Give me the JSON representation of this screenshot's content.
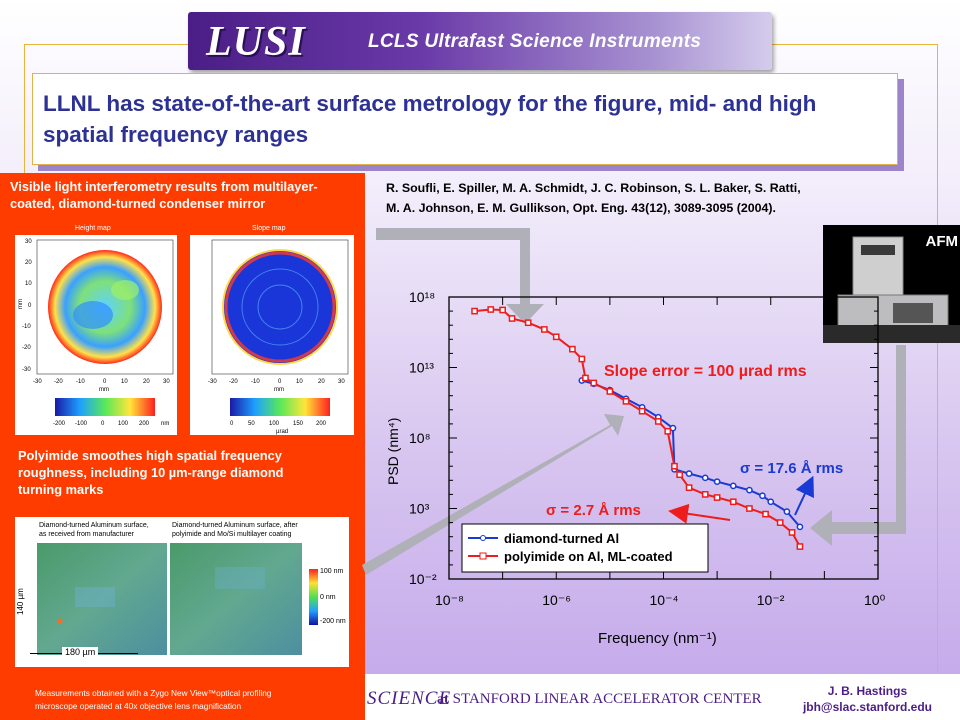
{
  "banner": {
    "logo": "LUSI",
    "subtitle": "LCLS Ultrafast Science Instruments"
  },
  "title": "LLNL has state-of-the-art surface metrology for the figure, mid- and high spatial frequency ranges",
  "reference": {
    "line1": "R. Soufli, E. Spiller, M. A. Schmidt,  J. C. Robinson, S. L. Baker, S. Ratti,",
    "line2": "M. A. Johnson, E. M. Gullikson, Opt. Eng. 43(12), 3089-3095 (2004)."
  },
  "left_panel": {
    "heading1_line1": "Visible light interferometry results from multilayer-",
    "heading1_line2": "coated, diamond-turned condenser mirror",
    "height_map": {
      "title": "Height map",
      "axis_unit": "mm",
      "ticks_y": [
        "30",
        "20",
        "10",
        "0",
        "-10",
        "-20",
        "-30"
      ],
      "ticks_x": [
        "-30",
        "-20",
        "-10",
        "0",
        "10",
        "20",
        "30"
      ],
      "scale": [
        "-200",
        "-100",
        "0",
        "100",
        "200"
      ],
      "scale_unit": "nm"
    },
    "slope_map": {
      "title": "Slope map",
      "axis_unit": "mm",
      "ticks_x": [
        "-30",
        "-20",
        "-10",
        "0",
        "10",
        "20",
        "30"
      ],
      "scale": [
        "0",
        "50",
        "100",
        "150",
        "200"
      ],
      "scale_unit": "µrad"
    },
    "heading2_line1": "Polyimide smoothes high spatial frequency",
    "heading2_line2": "roughness, including 10 µm-range diamond",
    "heading2_line3": "turning marks",
    "surface_left_caption_1": "Diamond-turned Aluminum surface,",
    "surface_left_caption_2": "as received from manufacturer",
    "surface_right_caption_1": "Diamond-turned Aluminum surface, after",
    "surface_right_caption_2": "polyimide and Mo/Si multilayer coating",
    "colorbar": [
      "100 nm",
      "0 nm",
      "-200 nm"
    ],
    "dim_vertical": "140 µm",
    "dim_horizontal": "180 µm",
    "footnote_line1": "Measurements obtained with a Zygo New View™optical profiling",
    "footnote_line2": "microscope operated at 40x objective lens magnification"
  },
  "afm_label": "AFM",
  "annotations": {
    "slope_error": "Slope error = 100 µrad rms",
    "sigma_blue": "σ = 17.6 Å rms",
    "sigma_red": "σ = 2.7 Å rms"
  },
  "footer": {
    "science": "SCIENCE",
    "at": "at",
    "slac": "STANFORD LINEAR ACCELERATOR CENTER"
  },
  "author": {
    "name": "J. B. Hastings",
    "email": "jbh@slac.stanford.edu"
  },
  "colors": {
    "blue_series": "#1a3ad6",
    "red_series": "#ee1c1c",
    "panel": "#ff3c00",
    "title_text": "#2d3193"
  },
  "chart_data": {
    "type": "scatter",
    "xlabel": "Frequency (nm⁻¹)",
    "ylabel": "PSD (nm⁴)",
    "xscale": "log",
    "yscale": "log",
    "xlim": [
      1e-08,
      1
    ],
    "ylim": [
      0.01,
      1e+18
    ],
    "x_ticks": [
      "10⁻⁸",
      "10⁻⁶",
      "10⁻⁴",
      "10⁻²",
      "10⁰"
    ],
    "y_ticks": [
      "10¹⁸",
      "10¹³",
      "10⁸",
      "10³",
      "10⁻²"
    ],
    "legend_position": "bottom-left",
    "series": [
      {
        "name": "diamond-turned Al",
        "color": "#1a3ad6",
        "points": [
          [
            3e-06,
            1200000000000.0
          ],
          [
            5e-06,
            700000000000.0
          ],
          [
            1e-05,
            250000000000.0
          ],
          [
            2e-05,
            60000000000.0
          ],
          [
            4e-05,
            15000000000.0
          ],
          [
            8e-05,
            3000000000.0
          ],
          [
            0.00015,
            500000000.0
          ],
          [
            0.00016,
            600000.0
          ],
          [
            0.0003,
            300000.0
          ],
          [
            0.0006,
            150000.0
          ],
          [
            0.001,
            80000.0
          ],
          [
            0.002,
            40000.0
          ],
          [
            0.004,
            20000.0
          ],
          [
            0.007,
            8000.0
          ],
          [
            0.01,
            3000.0
          ],
          [
            0.02,
            600
          ],
          [
            0.035,
            50
          ]
        ]
      },
      {
        "name": "polyimide on Al, ML-coated",
        "color": "#ee1c1c",
        "points": [
          [
            3e-08,
            1e+17
          ],
          [
            6e-08,
            1.3e+17
          ],
          [
            1e-07,
            1.2e+17
          ],
          [
            1.5e-07,
            3e+16
          ],
          [
            3e-07,
            1.5e+16
          ],
          [
            6e-07,
            5000000000000000.0
          ],
          [
            1e-06,
            1500000000000000.0
          ],
          [
            2e-06,
            200000000000000.0
          ],
          [
            3e-06,
            40000000000000.0
          ],
          [
            3.5e-06,
            1800000000000.0
          ],
          [
            5e-06,
            800000000000.0
          ],
          [
            1e-05,
            200000000000.0
          ],
          [
            2e-05,
            40000000000.0
          ],
          [
            4e-05,
            8000000000.0
          ],
          [
            8e-05,
            1500000000.0
          ],
          [
            0.00012,
            300000000.0
          ],
          [
            0.00016,
            1000000.0
          ],
          [
            0.0002,
            250000.0
          ],
          [
            0.0003,
            30000.0
          ],
          [
            0.0006,
            10000.0
          ],
          [
            0.001,
            6000.0
          ],
          [
            0.002,
            3000.0
          ],
          [
            0.004,
            1000.0
          ],
          [
            0.008,
            400
          ],
          [
            0.015,
            100
          ],
          [
            0.025,
            20
          ],
          [
            0.035,
            2
          ]
        ]
      }
    ]
  }
}
